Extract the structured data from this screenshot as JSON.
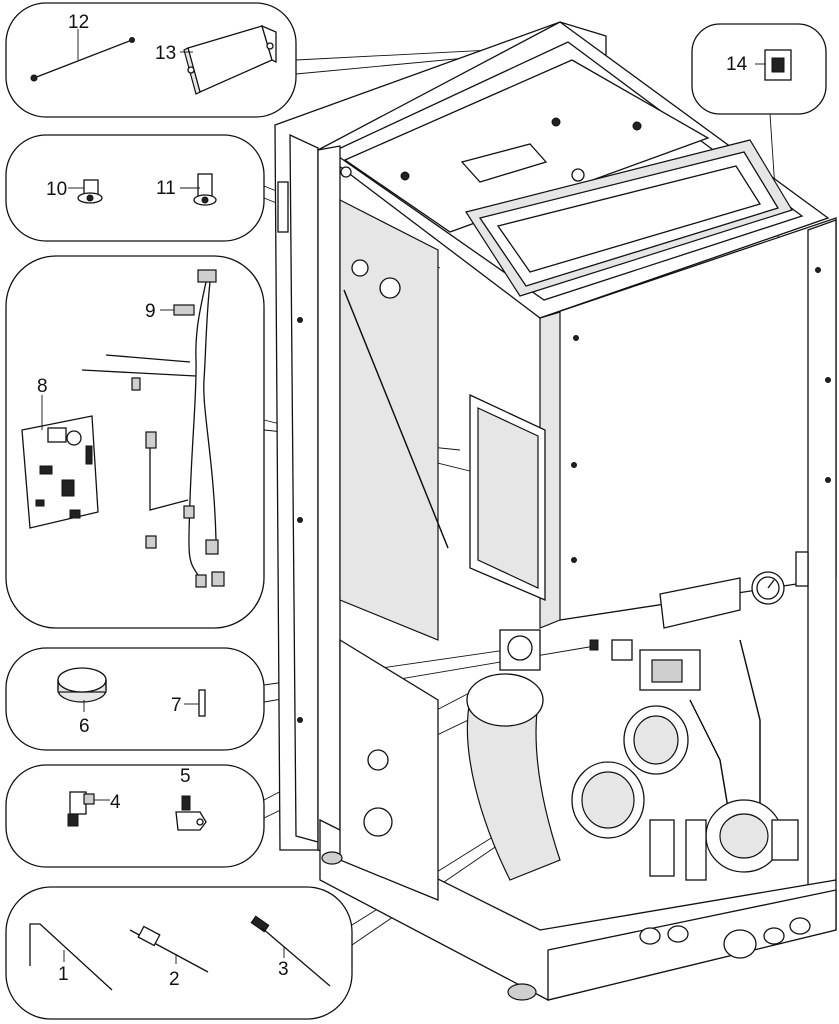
{
  "figure": {
    "callouts": [
      {
        "id": "c12",
        "label": "12"
      },
      {
        "id": "c13",
        "label": "13"
      },
      {
        "id": "c14",
        "label": "14"
      },
      {
        "id": "c10",
        "label": "10"
      },
      {
        "id": "c11",
        "label": "11"
      },
      {
        "id": "c9",
        "label": "9"
      },
      {
        "id": "c8",
        "label": "8"
      },
      {
        "id": "c7",
        "label": "7"
      },
      {
        "id": "c6",
        "label": "6"
      },
      {
        "id": "c5",
        "label": "5"
      },
      {
        "id": "c4",
        "label": "4"
      },
      {
        "id": "c3",
        "label": "3"
      },
      {
        "id": "c2",
        "label": "2"
      },
      {
        "id": "c1",
        "label": "1"
      }
    ]
  }
}
